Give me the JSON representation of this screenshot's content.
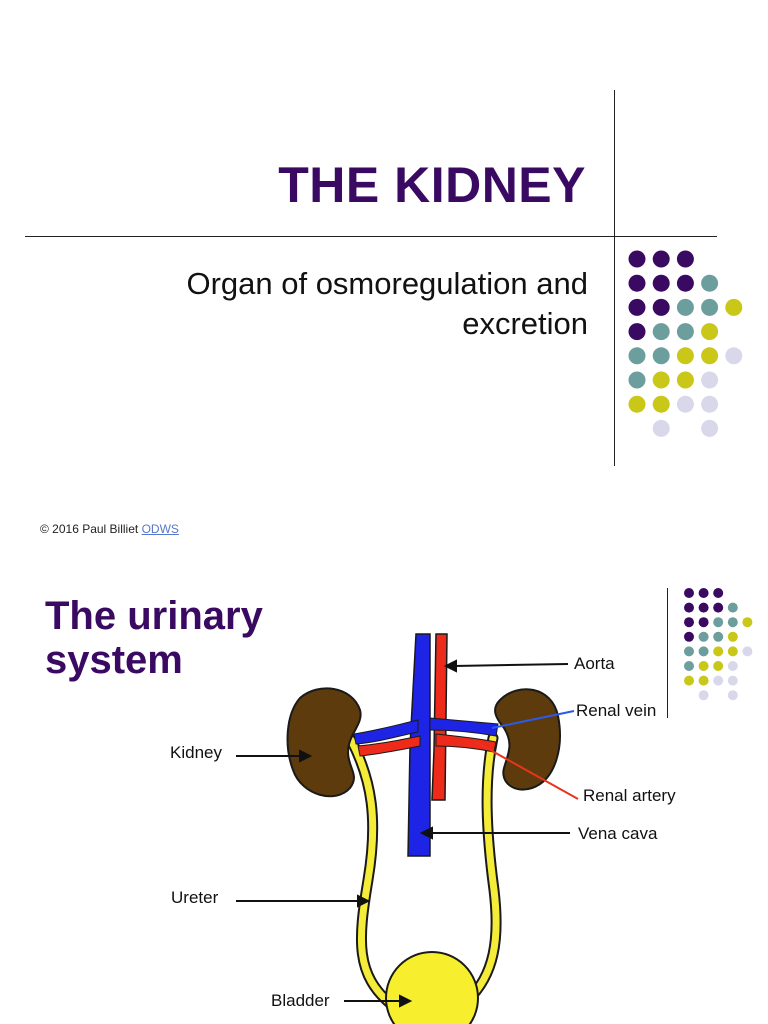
{
  "slide1": {
    "title": "THE KIDNEY",
    "subtitle": "Organ of osmoregulation and excretion",
    "credit_text": "© 2016 Paul Billiet ",
    "credit_link": "ODWS"
  },
  "slide2": {
    "title": "The urinary system",
    "labels": {
      "aorta": "Aorta",
      "renal_vein": "Renal vein",
      "kidney": "Kidney",
      "renal_artery": "Renal artery",
      "vena_cava": "Vena cava",
      "ureter": "Ureter",
      "bladder": "Bladder"
    }
  },
  "colors": {
    "title": "#3a0a63",
    "dot_purple": "#3a0a63",
    "dot_teal": "#6b9e9c",
    "dot_yellow": "#c9c717",
    "dot_lilac": "#d8d8ea",
    "kidney": "#5e3b0c",
    "aorta": "#ee2a1b",
    "vena_cava": "#1d24e6",
    "ureter": "#f4ec38",
    "bladder": "#f7ee2e"
  }
}
